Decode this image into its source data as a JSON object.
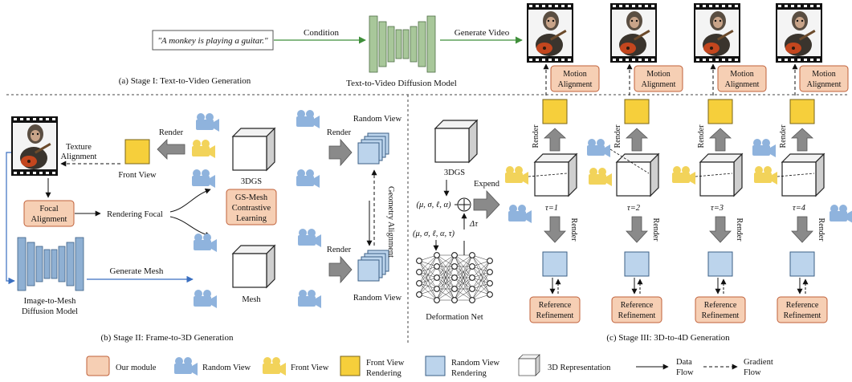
{
  "colors": {
    "module_fill": "#f6cfb4",
    "module_stroke": "#c0603a",
    "front_view": "#f6cf3b",
    "random_view": "#bcd4ec",
    "random_view_stroke": "#5a86b6",
    "cam_blue": "#8fb3dd",
    "cam_yellow": "#f2d35a",
    "t2v_model": "#a8c79a",
    "i2m_model": "#8fb0d3",
    "flow_green": "#3f8f3a",
    "flow_blue": "#3a6fc0",
    "arrow_gray": "#8a8a8a"
  },
  "stage1": {
    "prompt": "\"A monkey is playing a guitar.\"",
    "condition": "Condition",
    "generate_video": "Generate Video",
    "model_label": "Text-to-Video  Diffusion Model",
    "caption": "(a) Stage I: Text-to-Video Generation",
    "motion_alignment": [
      "Motion",
      "Alignment"
    ]
  },
  "stage2": {
    "texture_alignment": [
      "Texture",
      "Alignment"
    ],
    "render": "Render",
    "front_view": "Front View",
    "focal_alignment": [
      "Focal",
      "Alignment"
    ],
    "rendering_focal": "Rendering Focal",
    "label_3dgs": "3DGS",
    "gs_mesh": [
      "GS-Mesh",
      "Contrastive",
      "Learning"
    ],
    "random_view": "Random View",
    "geometry_alignment": "Geometry Alignment",
    "generate_mesh": "Generate Mesh",
    "mesh": "Mesh",
    "i2m_model": [
      "Image-to-Mesh",
      "Diffusion Model"
    ],
    "caption": "(b) Stage II: Frame-to-3D Generation"
  },
  "stage3": {
    "label_3dgs": "3DGS",
    "params_gs": "(μ, σ, ℓ, α)",
    "params_in": "(μ, σ, ℓ, α, τ)",
    "delta": "Δτ",
    "expend": "Expend",
    "deformation_net": "Deformation Net",
    "render": "Render",
    "taus": [
      "τ=1",
      "τ=2",
      "τ=3",
      "τ=4"
    ],
    "reference_refinement": [
      "Reference",
      "Refinement"
    ],
    "caption": "(c) Stage III: 3D-to-4D Generation"
  },
  "legend": {
    "our_module": "Our module",
    "random_view": "Random View",
    "front_view": "Front View",
    "front_view_rendering": [
      "Front View",
      "Rendering"
    ],
    "random_view_rendering": [
      "Random View",
      "Rendering"
    ],
    "rep3d": "3D Representation",
    "data_flow": [
      "Data",
      "Flow"
    ],
    "gradient_flow": [
      "Gradient",
      "Flow"
    ]
  }
}
